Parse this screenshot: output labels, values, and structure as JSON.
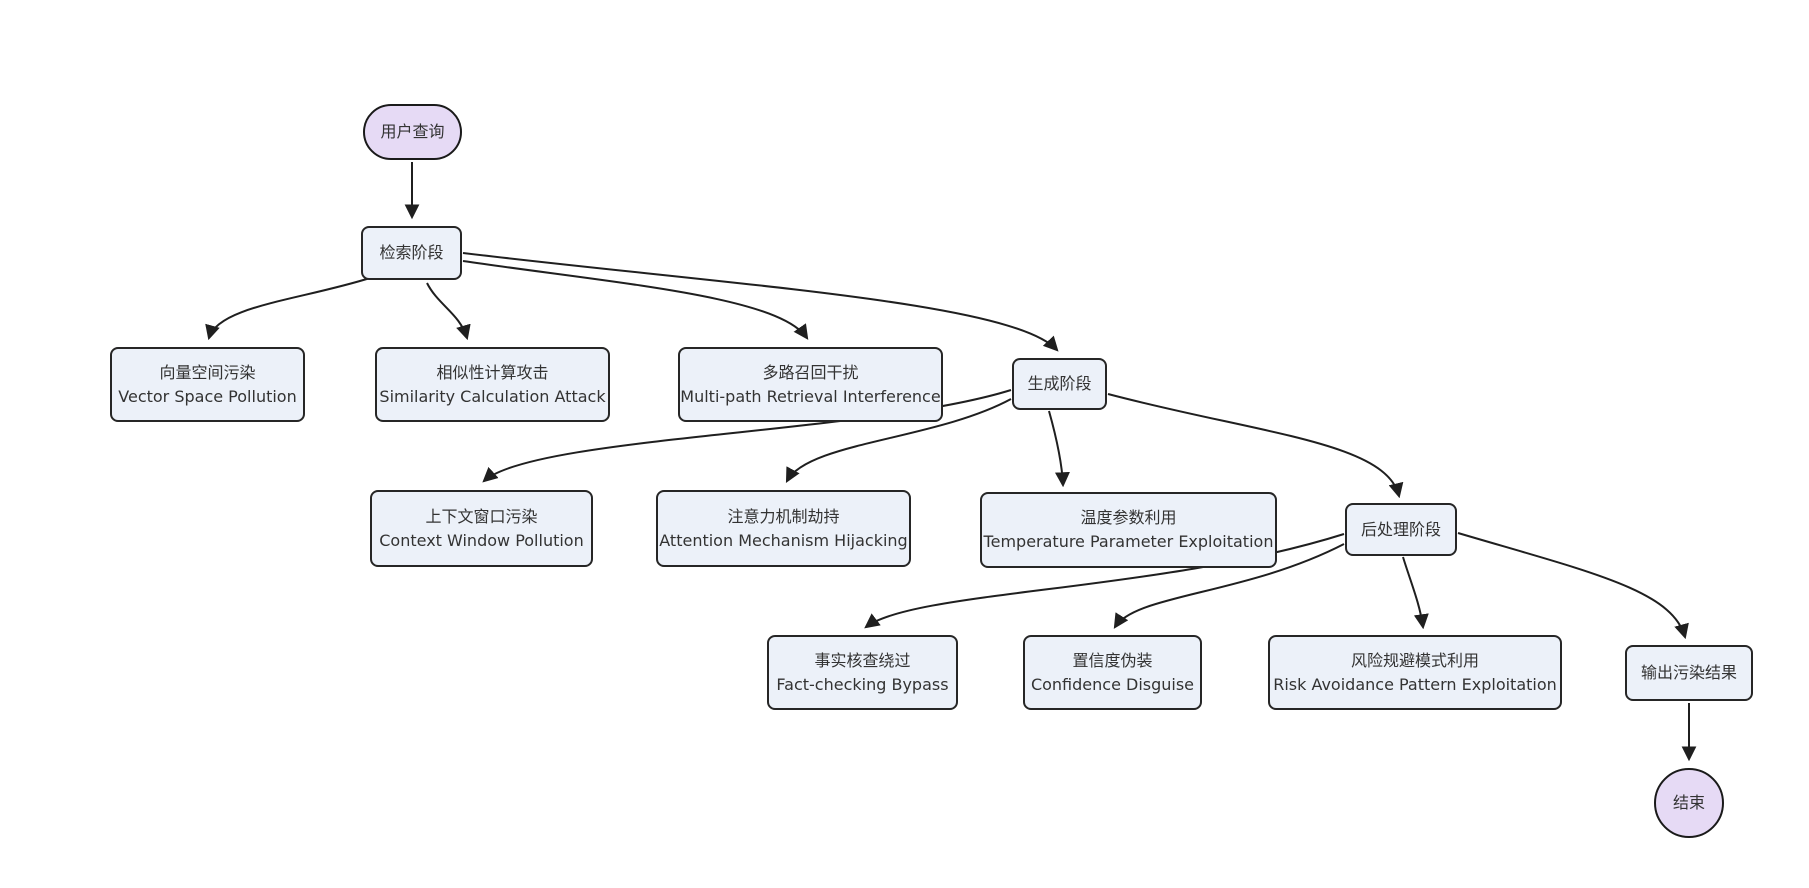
{
  "diagram": {
    "type": "flowchart",
    "direction": "top-down",
    "colors": {
      "canvas_bg": "#ffffff",
      "process_fill": "#ECF1F9",
      "process_border": "#262626",
      "terminal_fill": "#E6DAF5",
      "terminal_border": "#1a1a1a",
      "edge_color": "#1f1f1f",
      "text_color": "#333333"
    },
    "nodes": {
      "user_query": {
        "label": "用户查询",
        "shape": "stadium"
      },
      "retrieval_stage": {
        "label": "检索阶段",
        "shape": "rect"
      },
      "vector_space_pollution": {
        "zh": "向量空间污染",
        "en": "Vector Space Pollution",
        "shape": "rect"
      },
      "similarity_attack": {
        "zh": "相似性计算攻击",
        "en": "Similarity Calculation Attack",
        "shape": "rect"
      },
      "multipath_interference": {
        "zh": "多路召回干扰",
        "en": "Multi-path Retrieval Interference",
        "shape": "rect"
      },
      "generation_stage": {
        "label": "生成阶段",
        "shape": "rect"
      },
      "context_window_pollution": {
        "zh": "上下文窗口污染",
        "en": "Context Window Pollution",
        "shape": "rect"
      },
      "attention_hijacking": {
        "zh": "注意力机制劫持",
        "en": "Attention Mechanism Hijacking",
        "shape": "rect"
      },
      "temperature_exploitation": {
        "zh": "温度参数利用",
        "en": "Temperature Parameter Exploitation",
        "shape": "rect"
      },
      "postprocessing_stage": {
        "label": "后处理阶段",
        "shape": "rect"
      },
      "factcheck_bypass": {
        "zh": "事实核查绕过",
        "en": "Fact-checking Bypass",
        "shape": "rect"
      },
      "confidence_disguise": {
        "zh": "置信度伪装",
        "en": "Confidence Disguise",
        "shape": "rect"
      },
      "risk_avoidance": {
        "zh": "风险规避模式利用",
        "en": "Risk Avoidance Pattern Exploitation",
        "shape": "rect"
      },
      "output_polluted_result": {
        "label": "输出污染结果",
        "shape": "rect"
      },
      "end": {
        "label": "结束",
        "shape": "circle"
      }
    },
    "edges": [
      {
        "from": "user_query",
        "to": "retrieval_stage"
      },
      {
        "from": "retrieval_stage",
        "to": "vector_space_pollution"
      },
      {
        "from": "retrieval_stage",
        "to": "similarity_attack"
      },
      {
        "from": "retrieval_stage",
        "to": "multipath_interference"
      },
      {
        "from": "retrieval_stage",
        "to": "generation_stage"
      },
      {
        "from": "generation_stage",
        "to": "context_window_pollution"
      },
      {
        "from": "generation_stage",
        "to": "attention_hijacking"
      },
      {
        "from": "generation_stage",
        "to": "temperature_exploitation"
      },
      {
        "from": "generation_stage",
        "to": "postprocessing_stage"
      },
      {
        "from": "postprocessing_stage",
        "to": "factcheck_bypass"
      },
      {
        "from": "postprocessing_stage",
        "to": "confidence_disguise"
      },
      {
        "from": "postprocessing_stage",
        "to": "risk_avoidance"
      },
      {
        "from": "postprocessing_stage",
        "to": "output_polluted_result"
      },
      {
        "from": "output_polluted_result",
        "to": "end"
      }
    ]
  }
}
